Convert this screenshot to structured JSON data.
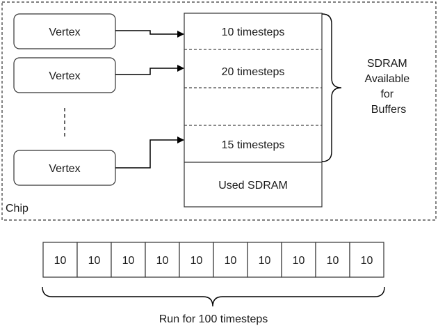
{
  "chip": {
    "label": "Chip",
    "vertices": [
      "Vertex",
      "Vertex",
      "Vertex"
    ]
  },
  "sdram": {
    "segments": [
      "10 timesteps",
      "20 timesteps",
      "",
      "15 timesteps"
    ],
    "used_label": "Used SDRAM",
    "available_label_lines": [
      "SDRAM",
      "Available",
      "for",
      "Buffers"
    ]
  },
  "timeline": {
    "cells": [
      "10",
      "10",
      "10",
      "10",
      "10",
      "10",
      "10",
      "10",
      "10",
      "10"
    ],
    "caption": "Run for 100 timesteps"
  }
}
